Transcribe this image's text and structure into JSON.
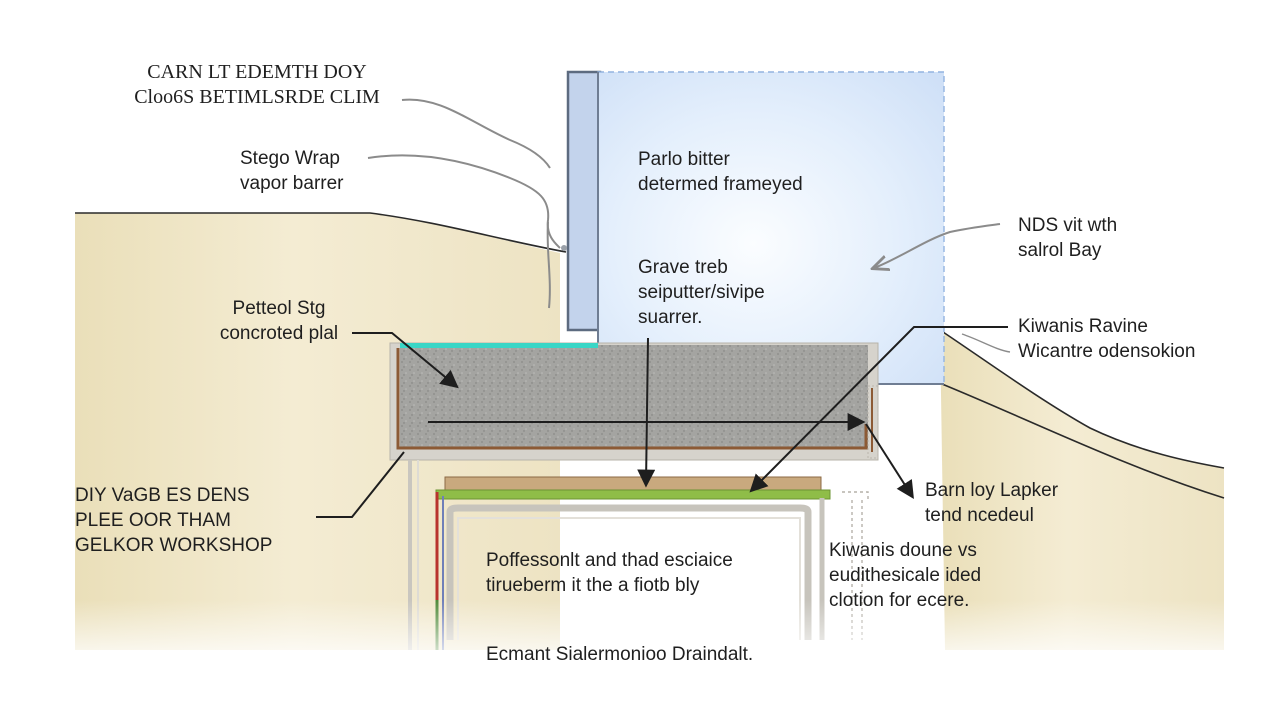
{
  "labels": {
    "top_left": {
      "lines": [
        "CARN LT EDEMTH DOY",
        "Cloo6S BETIMLSRDE CLIM"
      ]
    },
    "stego": {
      "lines": [
        "Stego Wrap",
        "vapor barrer"
      ]
    },
    "framed": {
      "lines": [
        "Parlo bitter",
        "determed frameyed"
      ]
    },
    "separator": {
      "lines": [
        "Grave treb",
        "seiputter/sivipe",
        "suarrer."
      ]
    },
    "nds": {
      "lines": [
        "NDS vit wth",
        "salrol Bay"
      ]
    },
    "slab": {
      "lines": [
        "Petteol Stg",
        "concroted plal"
      ]
    },
    "kiwanis_ravine": {
      "lines": [
        "Kiwanis Ravine",
        "Wicantre odensokion"
      ]
    },
    "diy": {
      "lines": [
        "DIY VaGB ES DENS",
        "PLEE OOR THAM",
        "GELKOR WORKSHOP"
      ]
    },
    "barn": {
      "lines": [
        "Barn loy Lapker",
        "tend ncedeul"
      ]
    },
    "professional": {
      "lines": [
        "Poffessonlt and thad esciaice",
        "tirueberm it the a fiotb bly"
      ]
    },
    "kiwanis_cover": {
      "lines": [
        "Kiwanis doune vs",
        "eudithesicale ided",
        "clotion for ecere."
      ]
    },
    "bottom": {
      "lines": [
        "Ecmant Sialermonioo Draindalt."
      ]
    }
  },
  "colors": {
    "soil": "#efe6c6",
    "soil_edge": "#2a2a2a",
    "panel": "#dbe9fb",
    "panel_border": "#6f7d93",
    "panel_dash": "#93b4e0",
    "concrete": "#a3a3a0",
    "slab_frame": "#c7c4bc",
    "brown_trim": "#8c5a35",
    "vapor_cyan": "#39d6c6",
    "wood": "#c9a97e",
    "green_strip": "#8fbd48",
    "red_pipe": "#b8332e",
    "green_pipe": "#4f8a3b",
    "blue_pipe": "#6f7fb8",
    "leader": "#8b8b8b",
    "arrow": "#1e1e1e"
  }
}
